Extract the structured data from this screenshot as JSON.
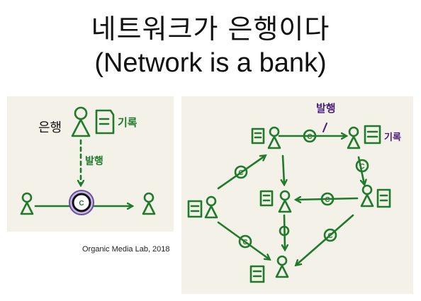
{
  "title": {
    "korean": "네트워크가 은행이다",
    "english": "(Network is a bank)"
  },
  "left_diagram": {
    "bank_label": "은행",
    "record_label": "기록",
    "issue_label": "발행",
    "coin_symbol": "C"
  },
  "right_diagram": {
    "issue_label": "발행",
    "record_label": "기록",
    "coin_symbol": "C"
  },
  "credit": "Organic Media Lab, 2018",
  "colors": {
    "ink_green": "#1f7a2b",
    "ink_purple": "#4a1d7a",
    "panel_bg": "#f3f1e8"
  }
}
